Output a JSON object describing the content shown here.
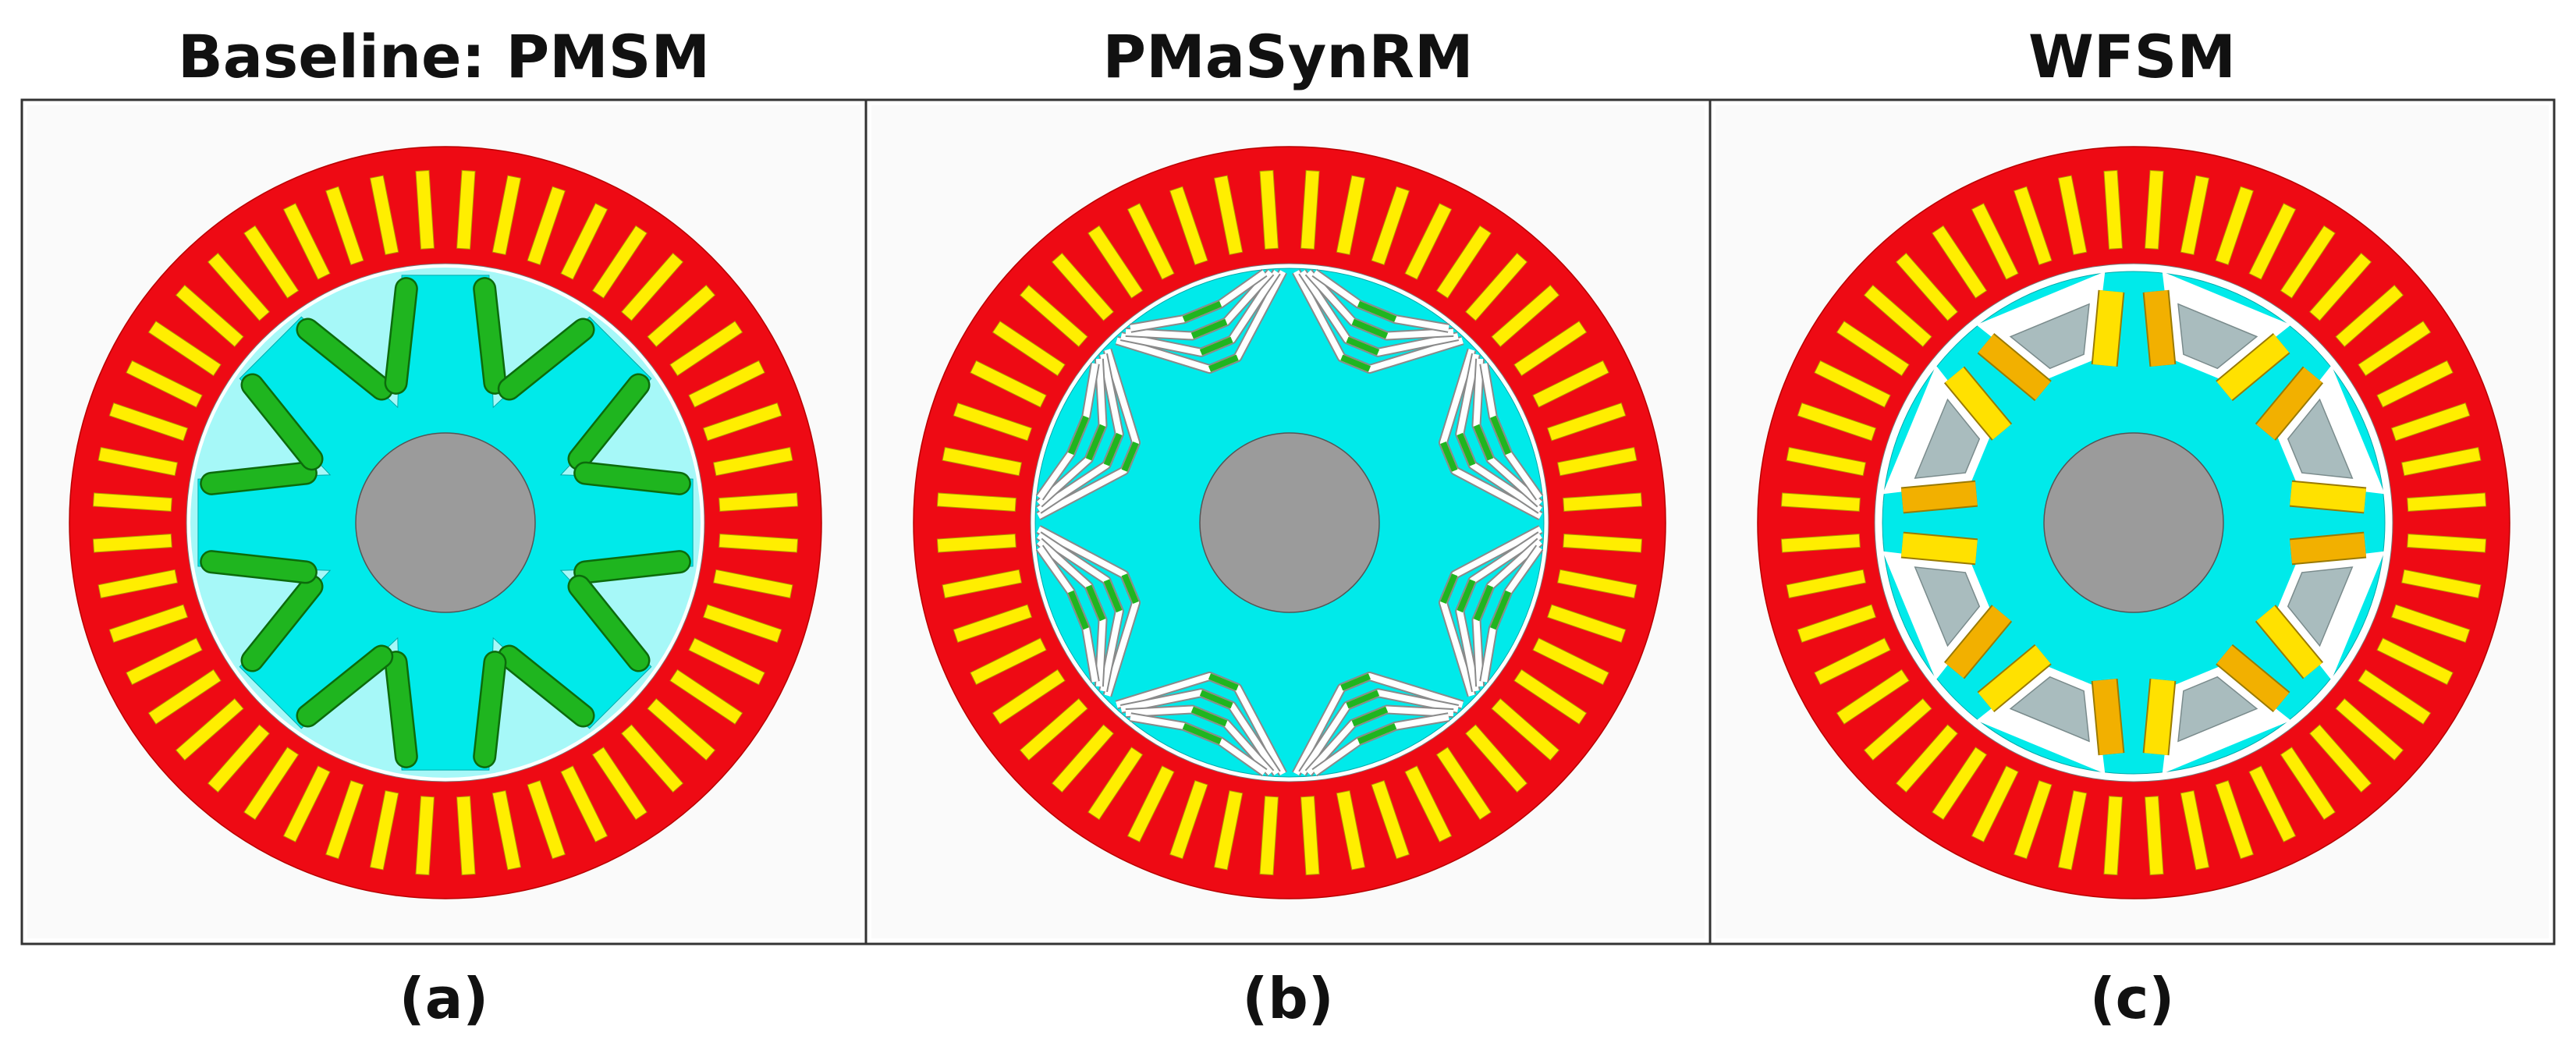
{
  "panels": [
    {
      "title": "Baseline: PMSM",
      "caption": "(a)",
      "rotor_type": "pmsm"
    },
    {
      "title": "PMaSynRM",
      "caption": "(b)",
      "rotor_type": "pmasynrm"
    },
    {
      "title": "WFSM",
      "caption": "(c)",
      "rotor_type": "wfsm"
    }
  ],
  "colors": {
    "stator": "#ee0a14",
    "stator_slot": "#ffee00",
    "rotor": "#00eaea",
    "shaft": "#9b9b9b",
    "magnet": "#1fb51f",
    "barrier": "#ffffff",
    "field_coil_a": "#ffe100",
    "field_coil_b": "#f2b000",
    "pole_gap": "#a9bcbe",
    "background": "#fafafa"
  }
}
